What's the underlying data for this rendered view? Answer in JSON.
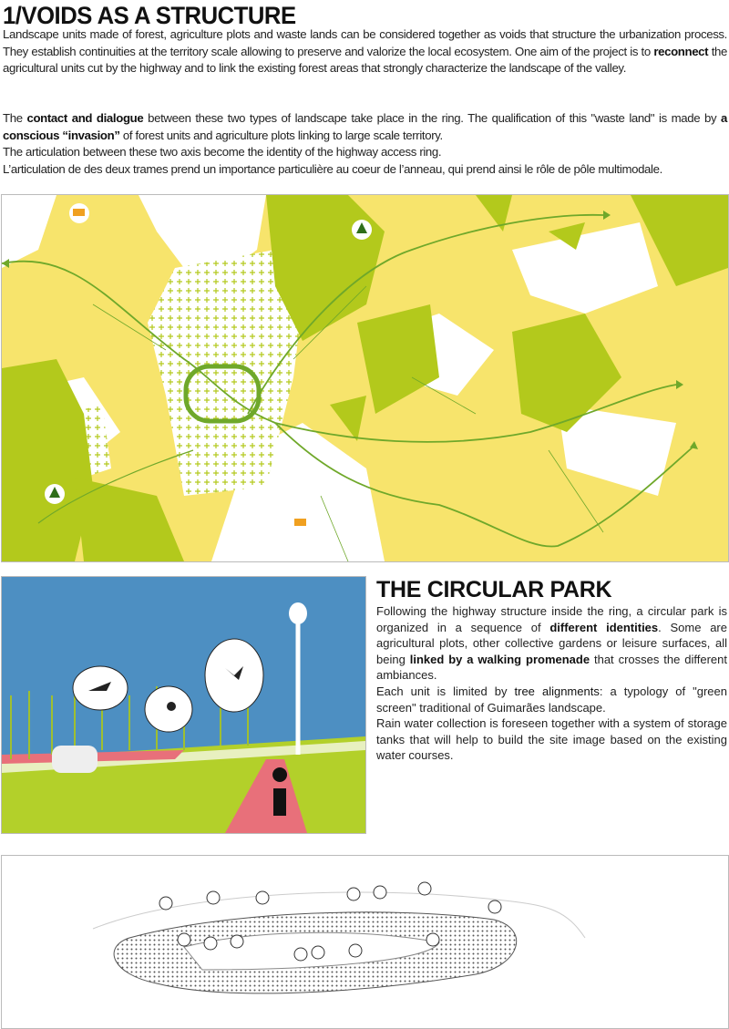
{
  "section1": {
    "title": "1/VOIDS AS A STRUCTURE",
    "p1_a": "Landscape units made of forest, agriculture plots and waste lands can be considered together as voids that structure the urbanization process. They establish continuities at the territory scale allowing to preserve and valorize the local ecosystem. One aim of the project is to ",
    "p1_bold": "reconnect",
    "p1_b": " the agricultural units cut by the highway and to link the existing forest areas that strongly characterize the landscape of the valley.",
    "p2_a": "The ",
    "p2_bold1": "contact and dialogue",
    "p2_b": " between these two types of landscape take place in the ring. The qualification of this \"waste land\" is made by ",
    "p2_bold2": "a conscious “invasion”",
    "p2_c": " of forest units and agriculture plots linking to large scale territory.",
    "p3": "The articulation between these two axis become the identity of the highway access ring.",
    "p4": "L’articulation de des deux trames prend un importance particulière au coeur de l’anneau, qui prend ainsi le rôle de pôle multimodale."
  },
  "section2": {
    "title": "THE CIRCULAR PARK",
    "a": "Following the highway structure inside the ring, a circular park is organized in a sequence of ",
    "bold1": "different identities",
    "b": ". Some are agricultural plots, other collective gardens or leisure surfaces, all being ",
    "bold2": "linked by a walking promenade",
    "c": " that crosses the different ambiances.",
    "d": "Each unit is limited by ",
    "bold3": "tree alignments",
    "e": ": a typology of \"green screen\" traditional of Guimarães landscape.",
    "f": "Rain water collection is foreseen together with a system of storage tanks that will help to build the site image based on the existing water courses."
  },
  "colors": {
    "yellow": "#f7e46c",
    "lime": "#b3c91c",
    "route": "#6fa82a",
    "sky": "#4d8fc2",
    "path": "#e8707a",
    "orange": "#f0a020"
  },
  "icons": [
    "tractor-icon",
    "tree-icon",
    "carrot-icon",
    "runner-icon",
    "butterfly-icon"
  ]
}
